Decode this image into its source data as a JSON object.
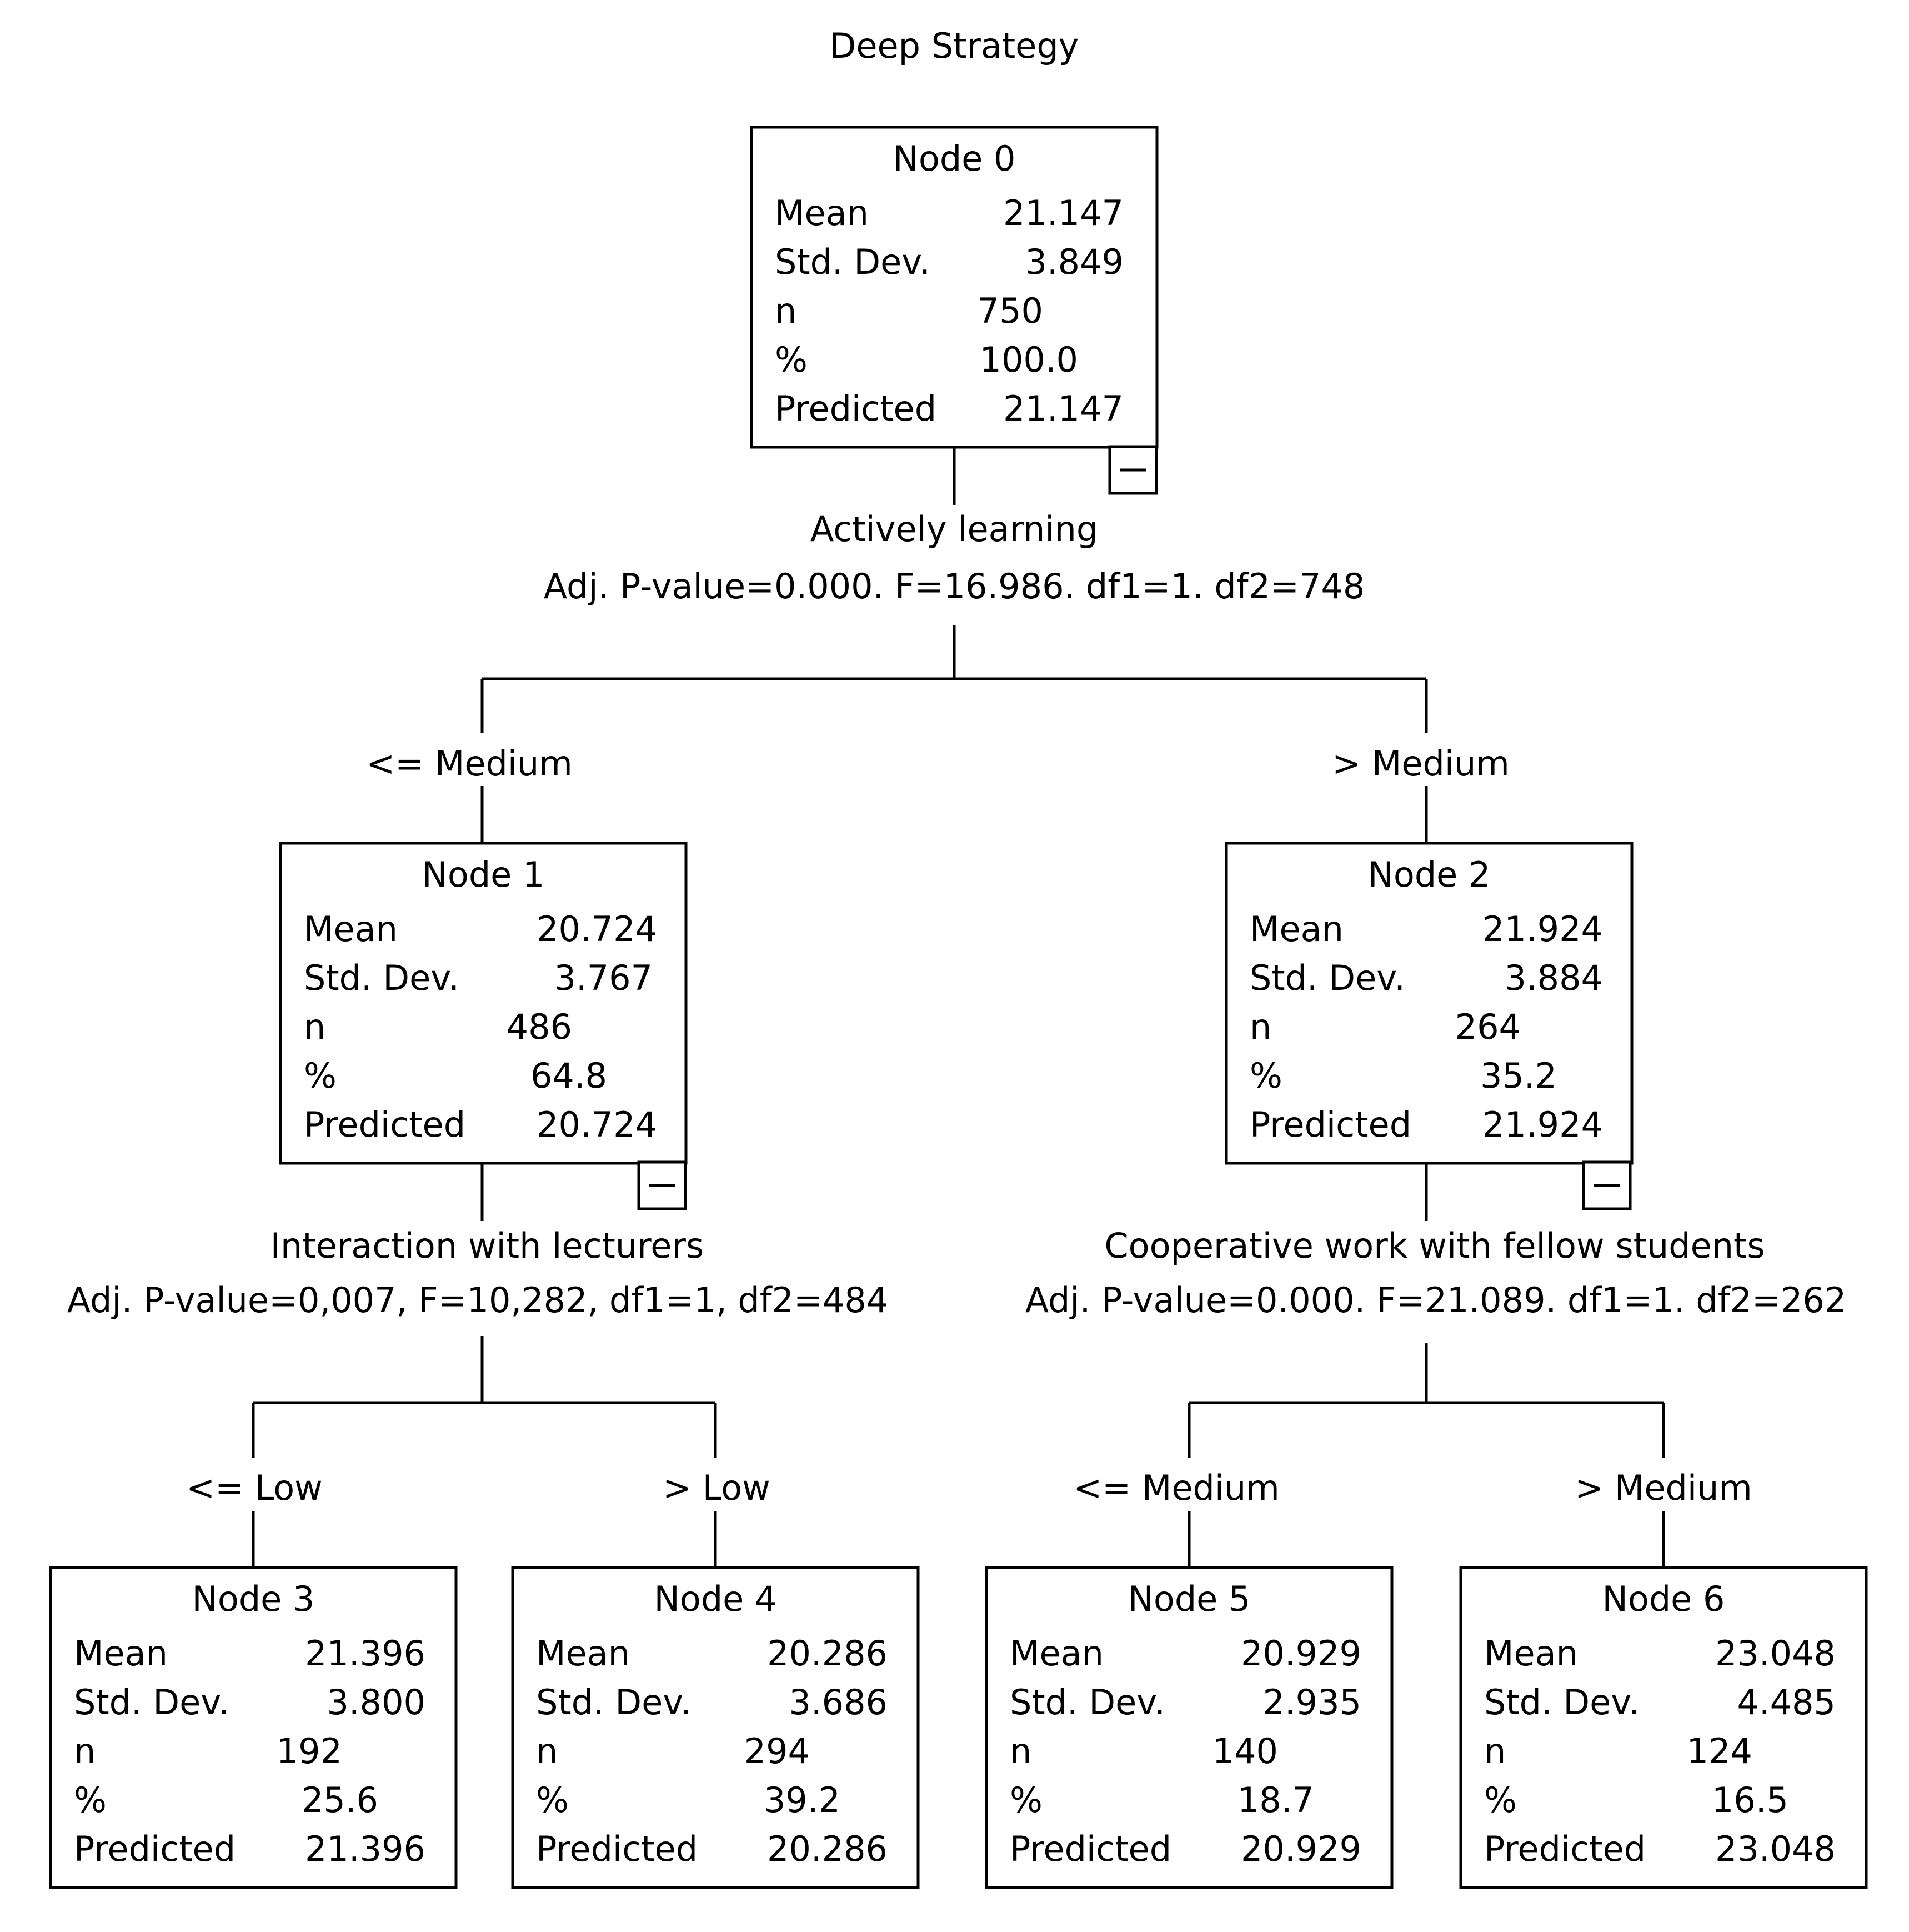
{
  "title": "Deep Strategy",
  "row_labels": {
    "mean": "Mean",
    "std": "Std. Dev.",
    "n": "n",
    "pct": "%",
    "pred": "Predicted"
  },
  "nodes": [
    {
      "id": "0",
      "title": "Node 0",
      "mean": "21.147",
      "std": "3.849",
      "n": "750",
      "pct": "100.0",
      "pred": "21.147",
      "collapsible": true
    },
    {
      "id": "1",
      "title": "Node 1",
      "mean": "20.724",
      "std": "3.767",
      "n": "486",
      "pct": "64.8",
      "pred": "20.724",
      "collapsible": true
    },
    {
      "id": "2",
      "title": "Node 2",
      "mean": "21.924",
      "std": "3.884",
      "n": "264",
      "pct": "35.2",
      "pred": "21.924",
      "collapsible": true
    },
    {
      "id": "3",
      "title": "Node 3",
      "mean": "21.396",
      "std": "3.800",
      "n": "192",
      "pct": "25.6",
      "pred": "21.396",
      "collapsible": false
    },
    {
      "id": "4",
      "title": "Node 4",
      "mean": "20.286",
      "std": "3.686",
      "n": "294",
      "pct": "39.2",
      "pred": "20.286",
      "collapsible": false
    },
    {
      "id": "5",
      "title": "Node 5",
      "mean": "20.929",
      "std": "2.935",
      "n": "140",
      "pct": "18.7",
      "pred": "20.929",
      "collapsible": false
    },
    {
      "id": "6",
      "title": "Node 6",
      "mean": "23.048",
      "std": "4.485",
      "n": "124",
      "pct": "16.5",
      "pred": "23.048",
      "collapsible": false
    }
  ],
  "splits": [
    {
      "parent": "0",
      "variable": "Actively learning",
      "stats": "Adj. P-value=0.000. F=16.986. df1=1. df2=748"
    },
    {
      "parent": "1",
      "variable": "Interaction with lecturers",
      "stats": "Adj. P-value=0,007, F=10,282, df1=1, df2=484"
    },
    {
      "parent": "2",
      "variable": "Cooperative work with fellow students",
      "stats": "Adj. P-value=0.000. F=21.089. df1=1. df2=262"
    }
  ],
  "branches": [
    {
      "child": "1",
      "label": "<= Medium"
    },
    {
      "child": "2",
      "label": "> Medium"
    },
    {
      "child": "3",
      "label": "<= Low"
    },
    {
      "child": "4",
      "label": "> Low"
    },
    {
      "child": "5",
      "label": "<= Medium"
    },
    {
      "child": "6",
      "label": "> Medium"
    }
  ],
  "icons": {
    "collapse": "minus-icon"
  }
}
